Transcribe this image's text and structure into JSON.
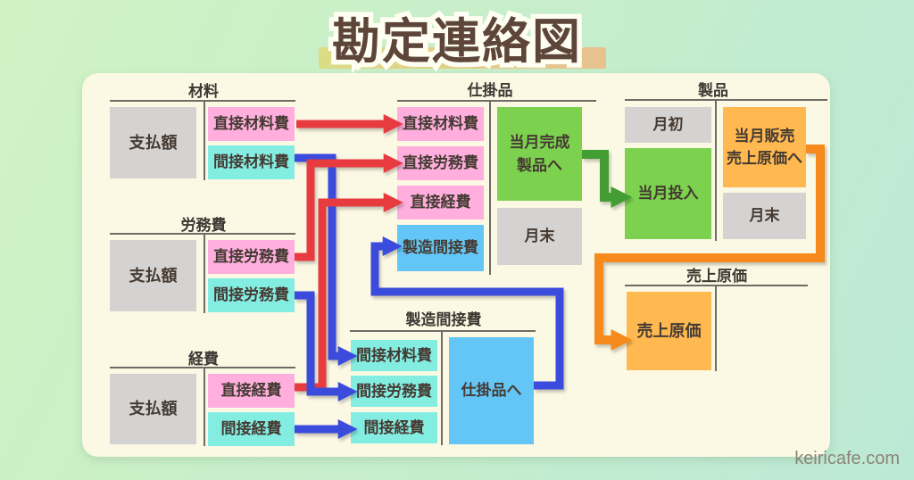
{
  "title": "勘定連絡図",
  "watermark": "keiricafe.com",
  "palette": {
    "background_left": "#d1f2c3",
    "background_right": "#bce9d6",
    "panel": "#fbf8e3",
    "highlight_bar_left": "#dbdc86",
    "highlight_bar_right": "#e8c18f",
    "title_text": "#5d4539",
    "box_gray": "#d5d3d1",
    "box_pink": "#ffaedd",
    "box_cyan": "#84ede2",
    "box_skyblue": "#64c6f6",
    "box_green": "#7cd24f",
    "box_orange": "#ffb950",
    "arrow_red": "#e83b40",
    "arrow_blue": "#3a4bdb",
    "arrow_green": "#429e30",
    "arrow_orange": "#f68a1f"
  },
  "accounts": {
    "materials": {
      "name": "材料",
      "payment": "支払額",
      "direct": "直接材料費",
      "indirect": "間接材料費"
    },
    "labor": {
      "name": "労務費",
      "payment": "支払額",
      "direct": "直接労務費",
      "indirect": "間接労務費"
    },
    "expenses": {
      "name": "経費",
      "payment": "支払額",
      "direct": "直接経費",
      "indirect": "間接経費"
    },
    "wip": {
      "name": "仕掛品",
      "direct_materials": "直接材料費",
      "direct_labor": "直接労務費",
      "direct_expenses": "直接経費",
      "overhead": "製造間接費",
      "completed": "当月完成\n製品へ",
      "month_end": "月末"
    },
    "overhead": {
      "name": "製造間接費",
      "indirect_materials": "間接材料費",
      "indirect_labor": "間接労務費",
      "indirect_expenses": "間接経費",
      "to_wip": "仕掛品へ"
    },
    "products": {
      "name": "製品",
      "month_begin": "月初",
      "input": "当月投入",
      "sold": "当月販売\n売上原価へ",
      "month_end": "月末"
    },
    "cogs": {
      "name": "売上原価",
      "cogs_box": "売上原価"
    }
  }
}
